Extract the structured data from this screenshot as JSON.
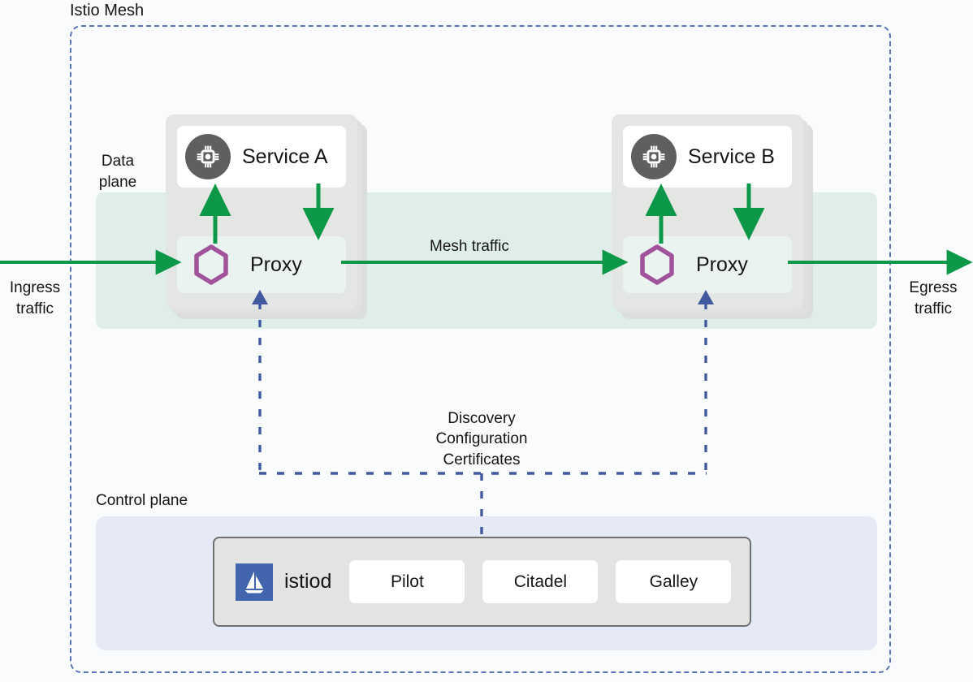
{
  "diagram": {
    "title": "Istio Mesh",
    "planes": {
      "data_plane_label": "Data\nplane",
      "control_plane_label": "Control plane"
    },
    "pods": [
      {
        "service_name": "Service A",
        "service_icon": "cpu-chip-icon",
        "proxy_label": "Proxy",
        "proxy_icon": "hexagon-icon"
      },
      {
        "service_name": "Service B",
        "service_icon": "cpu-chip-icon",
        "proxy_label": "Proxy",
        "proxy_icon": "hexagon-icon"
      }
    ],
    "traffic": {
      "ingress": "Ingress\ntraffic",
      "egress": "Egress\ntraffic",
      "mesh": "Mesh traffic"
    },
    "control_connector_label": "Discovery\nConfiguration\nCertificates",
    "control_plane": {
      "istiod_label": "istiod",
      "istiod_icon": "istio-sailboat-logo",
      "components": [
        {
          "label": "Pilot"
        },
        {
          "label": "Citadel"
        },
        {
          "label": "Galley"
        }
      ]
    },
    "colors": {
      "mesh_border": "#5a75b5",
      "data_plane_band": "#dfeee8",
      "control_plane_band": "#e5eaf6",
      "traffic_arrow": "#0d9748",
      "proxy_hexagon": "#a0539b",
      "service_icon_circle": "#5f5f5f",
      "istiod_logo": "#4266ad",
      "pod_body": "#e4e6e4",
      "istiod_box": "#e3e3e1",
      "control_connector": "#40599f"
    }
  }
}
